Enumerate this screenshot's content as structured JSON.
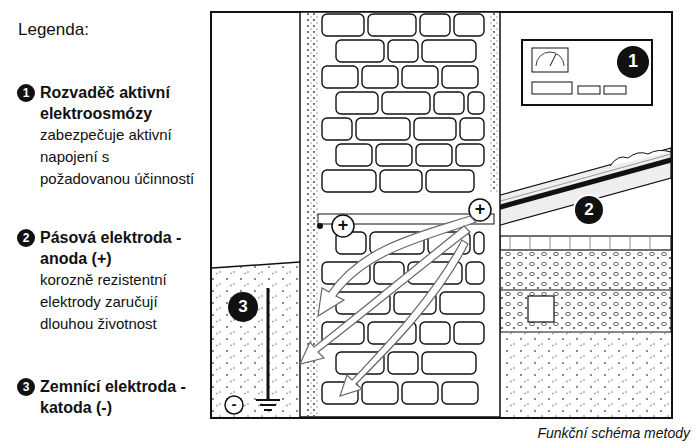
{
  "diagram": {
    "title": "Legenda:",
    "caption": "Funkční schéma metody",
    "labels": [
      "1",
      "zabezpečuje aktivní napojení s požadovanou účinností",
      "2",
      "korozně rezistentní elektrody zaručují dlouhou životnost",
      "3",
      "1",
      "2",
      "3",
      "+",
      "+",
      "-"
    ],
    "legend": [
      {
        "text": "Rozvaděč aktivní elektroosmózy"
      },
      {
        "text": "Pásová elektroda - anoda (+)"
      },
      {
        "text": "Zemnící elektroda - katoda (-)"
      }
    ]
  }
}
